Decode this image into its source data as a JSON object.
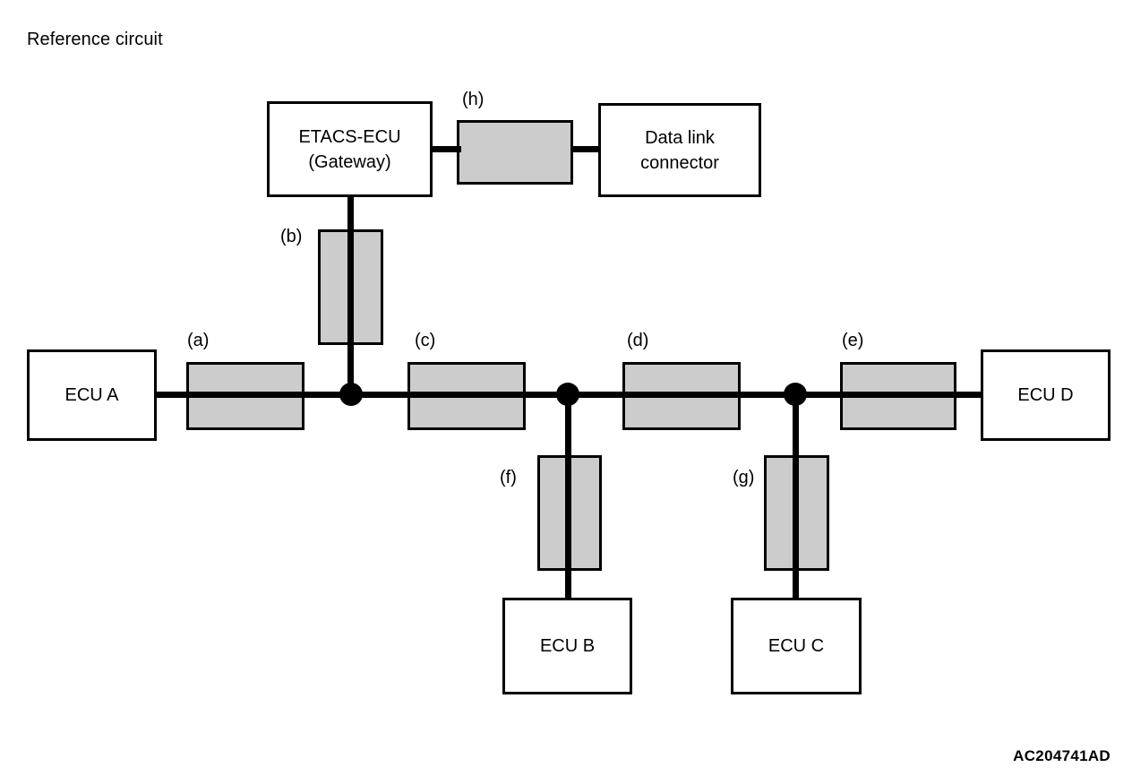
{
  "figure": {
    "title": "Reference circuit",
    "reference_code": "AC204741AD",
    "type": "network-topology-diagram"
  },
  "colors": {
    "background": "#ffffff",
    "line": "#000000",
    "connector_fill": "#cccccc",
    "box_fill": "#ffffff"
  },
  "boxes": {
    "etacs": "ETACS-ECU\n(Gateway)",
    "data_link_connector": "Data link\nconnector",
    "ecu_a": "ECU A",
    "ecu_b": "ECU B",
    "ecu_c": "ECU C",
    "ecu_d": "ECU D"
  },
  "callouts": {
    "a": "(a)",
    "b": "(b)",
    "c": "(c)",
    "d": "(d)",
    "e": "(e)",
    "f": "(f)",
    "g": "(g)",
    "h": "(h)"
  }
}
